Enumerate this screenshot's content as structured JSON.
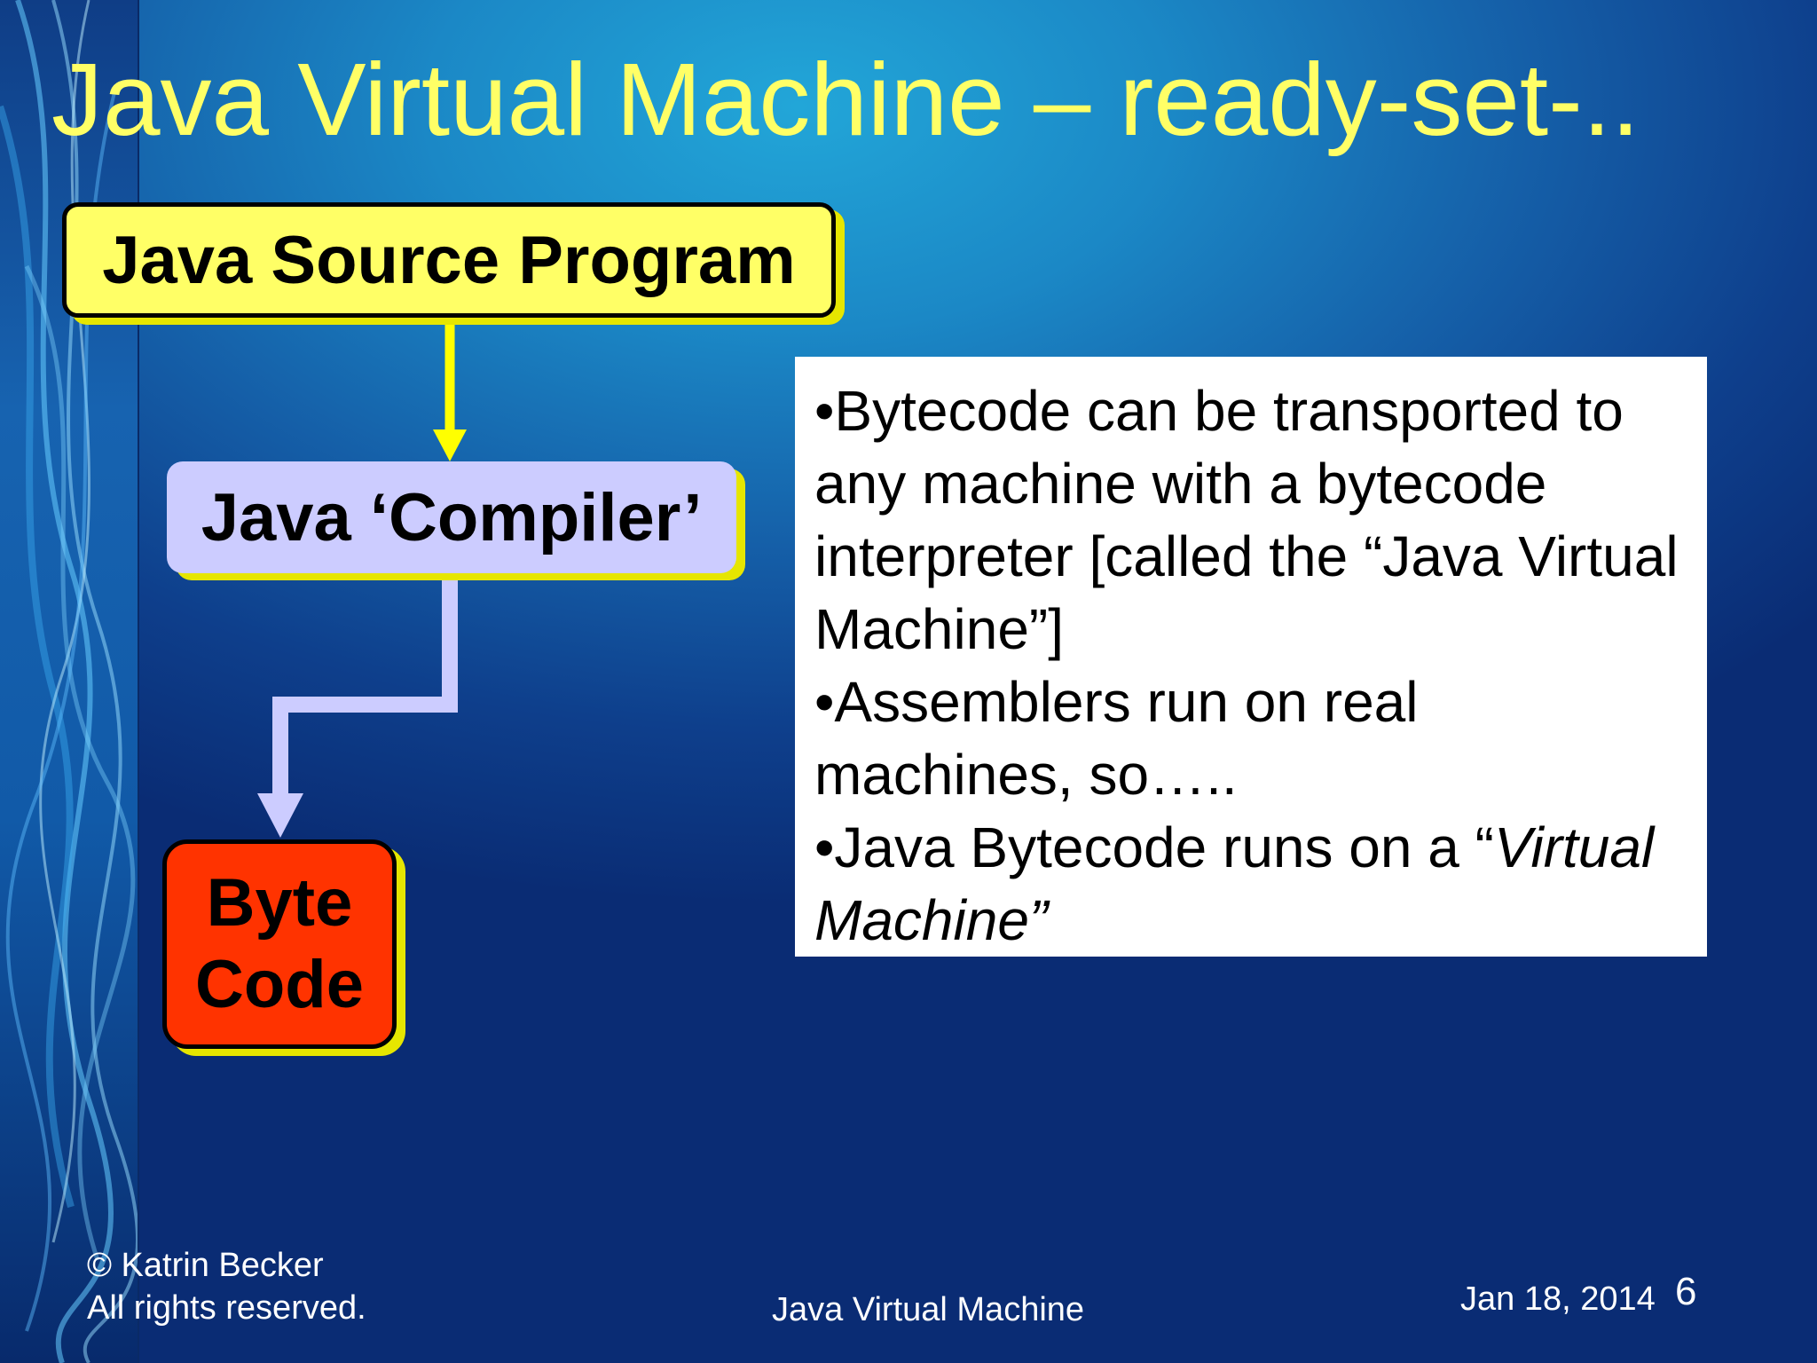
{
  "slide": {
    "title": "Java Virtual Machine – ready-set-..",
    "flow": {
      "source": "Java Source Program",
      "compiler": "Java ‘Compiler’",
      "bytecode_line1": "Byte",
      "bytecode_line2": "Code"
    },
    "notes": {
      "p1": "•Bytecode can be transported to any machine with a bytecode interpreter [called the “Java Virtual Machine”]",
      "p2": "•Assemblers run on real machines, so…..",
      "p3_start": "•Java Bytecode runs on a “",
      "p3_italic": "Virtual Machine”"
    },
    "footer": {
      "copyright": "© Katrin Becker",
      "rights": "All rights reserved.",
      "center": "Java Virtual Machine",
      "date": "Jan 18, 2014",
      "page": "6"
    }
  },
  "colors": {
    "title": "#ffff66",
    "source_box": "#ffff66",
    "compiler_box": "#ccccff",
    "bytecode_box": "#ff3300",
    "arrow_yellow": "#ffff00",
    "arrow_lavender": "#ccccff"
  }
}
